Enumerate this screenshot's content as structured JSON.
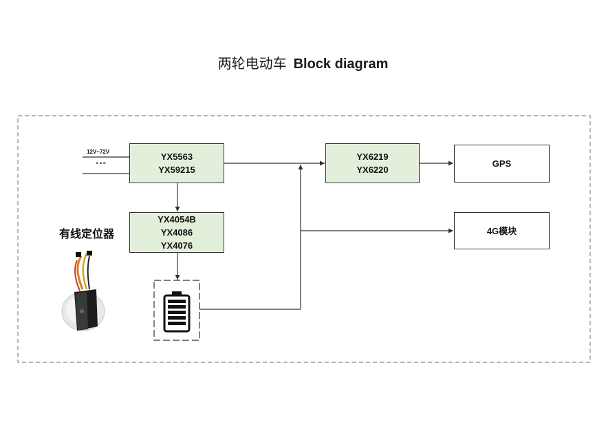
{
  "title": {
    "cn": "两轮电动车",
    "en": "Block diagram"
  },
  "input": {
    "voltage": "12V~72V",
    "dc_symbol": "---"
  },
  "blocks": {
    "power": [
      "YX5563",
      "YX59215"
    ],
    "charger": [
      "YX4054B",
      "YX4086",
      "YX4076"
    ],
    "soc": [
      "YX6219",
      "YX6220"
    ],
    "gps": "GPS",
    "module_4g": "4G模块"
  },
  "device": {
    "label": "有线定位器"
  },
  "colors": {
    "block_fill": "#e2efda",
    "line": "#333333",
    "frame": "#888888"
  }
}
